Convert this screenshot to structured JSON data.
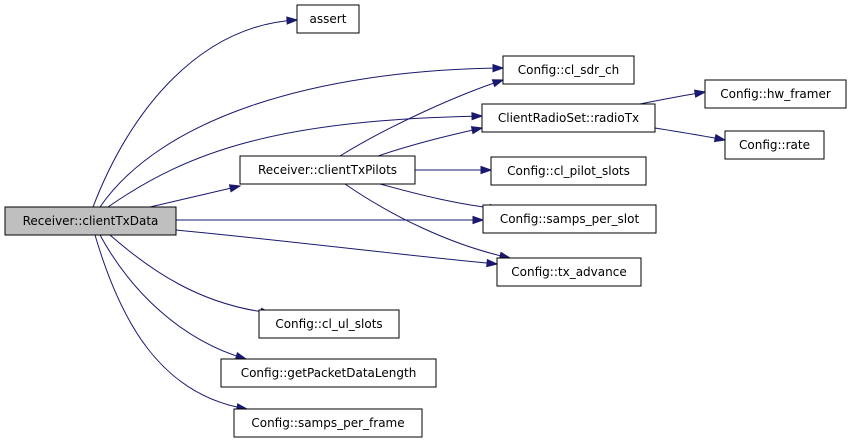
{
  "colors": {
    "edge": "#191970",
    "node_fill": "#ffffff",
    "root_fill": "#bfbfbf",
    "border": "#000000"
  },
  "graph": {
    "root": "receiver-clienttxdata",
    "nodes": [
      {
        "id": "receiver-clienttxdata",
        "label": "Receiver::clientTxData",
        "root": true
      },
      {
        "id": "assert",
        "label": "assert"
      },
      {
        "id": "config-cl-sdr-ch",
        "label": "Config::cl_sdr_ch"
      },
      {
        "id": "clientradioset-radiotx",
        "label": "ClientRadioSet::radioTx"
      },
      {
        "id": "config-hw-framer",
        "label": "Config::hw_framer"
      },
      {
        "id": "config-rate",
        "label": "Config::rate"
      },
      {
        "id": "receiver-clienttxpilots",
        "label": "Receiver::clientTxPilots"
      },
      {
        "id": "config-cl-pilot-slots",
        "label": "Config::cl_pilot_slots"
      },
      {
        "id": "config-samps-per-slot",
        "label": "Config::samps_per_slot"
      },
      {
        "id": "config-tx-advance",
        "label": "Config::tx_advance"
      },
      {
        "id": "config-cl-ul-slots",
        "label": "Config::cl_ul_slots"
      },
      {
        "id": "config-getpacketdatalength",
        "label": "Config::getPacketDataLength"
      },
      {
        "id": "config-samps-per-frame",
        "label": "Config::samps_per_frame"
      }
    ],
    "edges": [
      {
        "from": "receiver-clienttxdata",
        "to": "assert"
      },
      {
        "from": "receiver-clienttxdata",
        "to": "config-cl-sdr-ch"
      },
      {
        "from": "receiver-clienttxdata",
        "to": "clientradioset-radiotx"
      },
      {
        "from": "receiver-clienttxdata",
        "to": "receiver-clienttxpilots"
      },
      {
        "from": "receiver-clienttxdata",
        "to": "config-samps-per-slot"
      },
      {
        "from": "receiver-clienttxdata",
        "to": "config-tx-advance"
      },
      {
        "from": "receiver-clienttxdata",
        "to": "config-cl-ul-slots"
      },
      {
        "from": "receiver-clienttxdata",
        "to": "config-getpacketdatalength"
      },
      {
        "from": "receiver-clienttxdata",
        "to": "config-samps-per-frame"
      },
      {
        "from": "receiver-clienttxpilots",
        "to": "config-cl-sdr-ch"
      },
      {
        "from": "receiver-clienttxpilots",
        "to": "clientradioset-radiotx"
      },
      {
        "from": "receiver-clienttxpilots",
        "to": "config-cl-pilot-slots"
      },
      {
        "from": "receiver-clienttxpilots",
        "to": "config-samps-per-slot"
      },
      {
        "from": "receiver-clienttxpilots",
        "to": "config-tx-advance"
      },
      {
        "from": "clientradioset-radiotx",
        "to": "config-hw-framer"
      },
      {
        "from": "clientradioset-radiotx",
        "to": "config-rate"
      }
    ]
  }
}
